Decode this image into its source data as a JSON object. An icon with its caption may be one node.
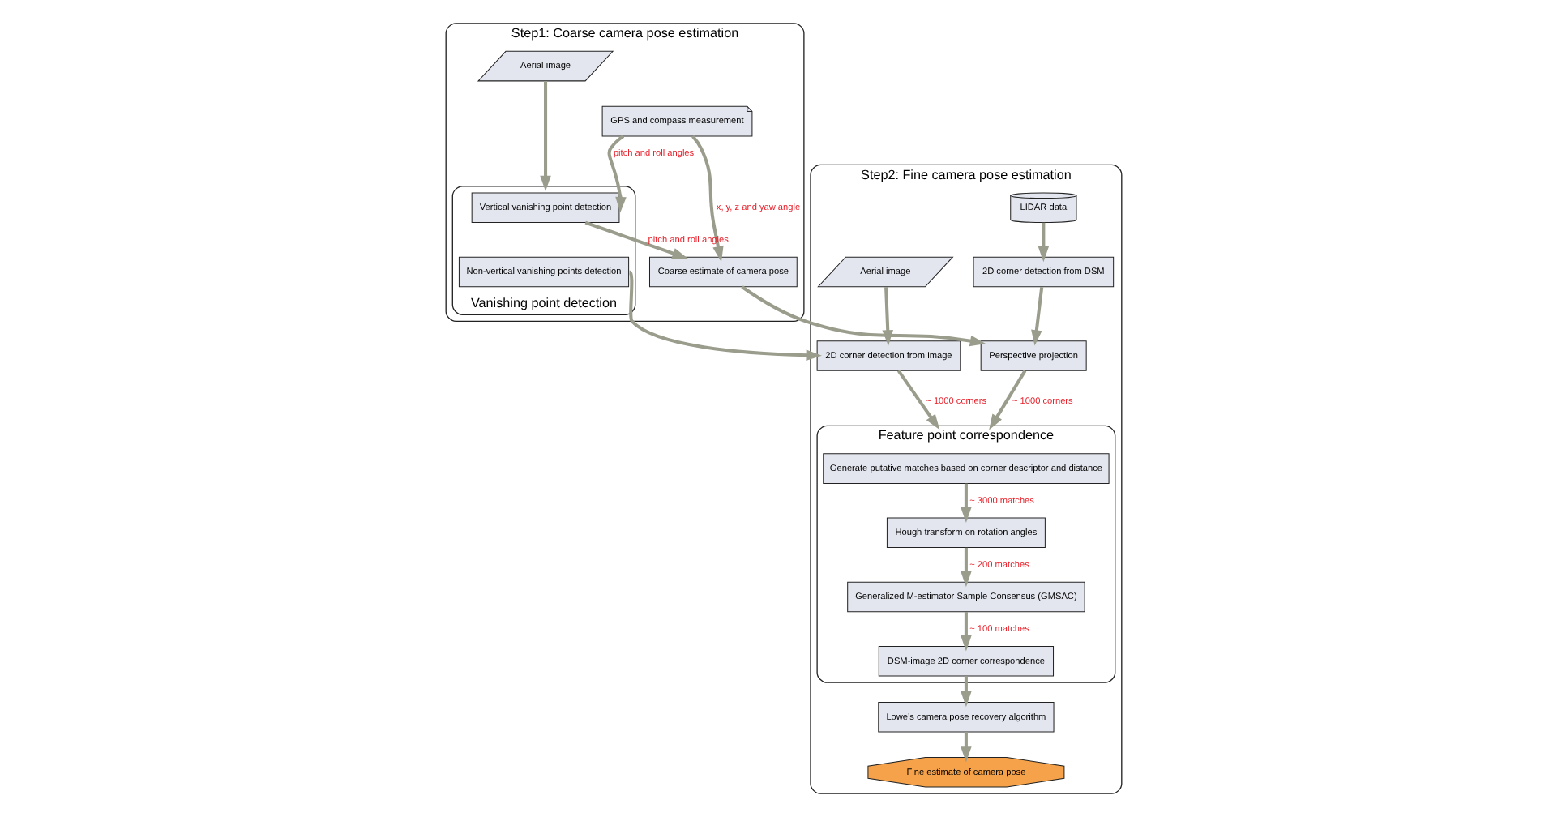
{
  "diagram": {
    "nodes": [
      {
        "text": [
          "Step1: Coarse camera pose estimation"
        ]
      },
      {
        "text": [
          "Aerial image"
        ],
        "in": 0
      },
      {
        "text": [
          "GPS and compass measurement"
        ],
        "in": 0
      },
      {
        "text": [
          "Vanishing point detection"
        ],
        "in": 0
      },
      {
        "text": [
          "Vertical vanishing point detection"
        ],
        "in": 3
      },
      {
        "text": [
          "Non-vertical vanishing points detection"
        ],
        "in": 3
      },
      {
        "text": [
          "Coarse estimate of camera pose"
        ],
        "in": 0
      },
      {
        "text": [
          "Step2: Fine camera pose estimation"
        ]
      },
      {
        "text": [
          "LIDAR data"
        ],
        "in": 7
      },
      {
        "text": [
          "Aerial image"
        ],
        "in": 7
      },
      {
        "text": [
          "2D corner detection from DSM"
        ],
        "in": 7
      },
      {
        "text": [
          "Perspective projection"
        ],
        "in": 7
      },
      {
        "text": [
          "2D corner detection from image"
        ],
        "in": 7
      },
      {
        "text": [
          "Feature point correspondence"
        ],
        "in": 7
      },
      {
        "text": [
          "Generate putative matches based on corner descriptor and distance"
        ],
        "in": 13
      },
      {
        "text": [
          "Hough transform on rotation angles"
        ],
        "in": 13
      },
      {
        "text": [
          "Generalized M-estimator Sample Consensus (GMSAC)"
        ],
        "in": 13
      },
      {
        "text": [
          "DSM-image 2D corner correspondence"
        ],
        "in": 13
      },
      {
        "text": [
          "Lowe’s camera pose recovery algorithm"
        ],
        "in": 7
      },
      {
        "text": [
          "Fine estimate of camera pose"
        ],
        "in": 7
      }
    ],
    "edges": [
      {
        "from": 1,
        "to": 3,
        "arrow": "to"
      },
      {
        "from": 2,
        "to": 4,
        "arrow": "to",
        "label": "pitch and roll angles"
      },
      {
        "from": 2,
        "to": 6,
        "arrow": "to",
        "label": "x, y, z and yaw angle"
      },
      {
        "from": 4,
        "to": 6,
        "arrow": "to",
        "label": "pitch and roll angles"
      },
      {
        "from": 6,
        "to": 11,
        "arrow": "to"
      },
      {
        "from": 5,
        "to": 12,
        "arrow": "to"
      },
      {
        "from": 8,
        "to": 10,
        "arrow": "to"
      },
      {
        "from": 10,
        "to": 11,
        "arrow": "to"
      },
      {
        "from": 9,
        "to": 12,
        "arrow": "to"
      },
      {
        "from": 11,
        "to": 13,
        "arrow": "to",
        "label": "~ 1000 corners"
      },
      {
        "from": 12,
        "to": 13,
        "arrow": "to",
        "label": "~ 1000 corners"
      },
      {
        "from": 14,
        "to": 15,
        "arrow": "to",
        "label": "~ 3000 matches"
      },
      {
        "from": 15,
        "to": 16,
        "arrow": "to",
        "label": "~ 200 matches"
      },
      {
        "from": 16,
        "to": 17,
        "arrow": "to",
        "label": "~ 100 matches"
      },
      {
        "from": 17,
        "to": 18,
        "arrow": "to"
      },
      {
        "from": 18,
        "to": 19,
        "arrow": "to"
      }
    ]
  }
}
